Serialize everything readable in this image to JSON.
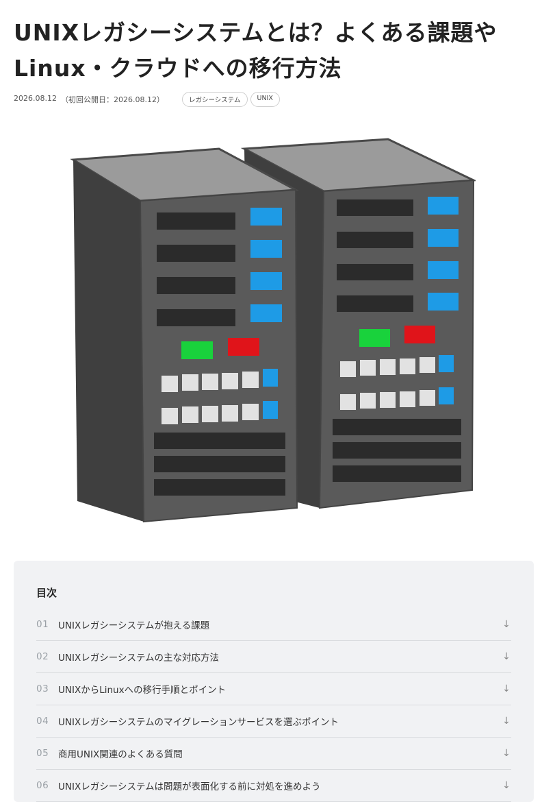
{
  "article": {
    "title_line1": "UNIXレガシーシステムとは？よくある課題や",
    "title_line2": "Linux・クラウドへの移行方法",
    "date": "2026.08.12",
    "first_published": "（初回公開日：2026.08.12）",
    "tags": [
      "レガシーシステム",
      "UNIX"
    ]
  },
  "hero": {
    "icon": "server-racks-illustration",
    "colors": {
      "body": "#5a5a5a",
      "side": "#3f3f3f",
      "top": "#9b9b9b",
      "slot": "#2b2b2b",
      "blue": "#1e9be6",
      "green": "#19d23c",
      "red": "#e0141a",
      "button": "#e2e2e2"
    }
  },
  "toc": {
    "title": "目次",
    "arrow_icon": "arrow-down-icon",
    "items": [
      {
        "num": "01",
        "label": "UNIXレガシーシステムが抱える課題"
      },
      {
        "num": "02",
        "label": "UNIXレガシーシステムの主な対応方法"
      },
      {
        "num": "03",
        "label": "UNIXからLinuxへの移行手順とポイント"
      },
      {
        "num": "04",
        "label": "UNIXレガシーシステムのマイグレーションサービスを選ぶポイント"
      },
      {
        "num": "05",
        "label": "商用UNIX関連のよくある質問"
      },
      {
        "num": "06",
        "label": "UNIXレガシーシステムは問題が表面化する前に対処を進めよう"
      }
    ]
  }
}
